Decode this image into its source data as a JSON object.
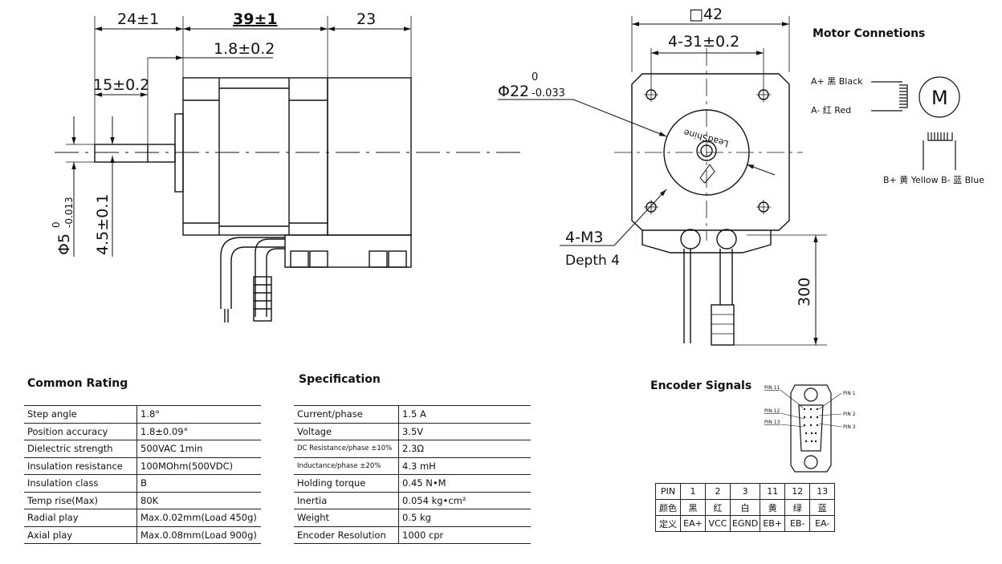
{
  "side_view": {
    "dim_top_left": "24±1",
    "dim_top_mid": "39±1",
    "dim_top_right": "23",
    "dim_sub": "1.8±0.2",
    "dim_shaft_len": "15±0.2",
    "dim_shaft_dia": "Φ5",
    "dim_shaft_dia_sup": "0",
    "dim_shaft_dia_sub": "-0.013",
    "dim_flat": "4.5±0.1"
  },
  "front_view": {
    "dim_square": "□42",
    "dim_holes": "4-31±0.2",
    "dim_boss": "Φ22",
    "dim_boss_sup": "0",
    "dim_boss_sub": "-0.033",
    "dim_threads": "4-M3",
    "dim_depth": "Depth 4",
    "dim_cable": "300",
    "logo_text": "LeadShine"
  },
  "motor_connections": {
    "title": "Motor Connetions",
    "a_plus": "A+ 黑 Black",
    "a_minus": "A- 红 Red",
    "b_label": "B+ 黄 Yellow  B- 蓝 Blue",
    "motor_symbol": "M"
  },
  "common_rating": {
    "title": "Common Rating",
    "rows": [
      [
        "Step angle",
        "1.8°"
      ],
      [
        "Position accuracy",
        "1.8±0.09°"
      ],
      [
        "Dielectric strength",
        "500VAC 1min"
      ],
      [
        "Insulation resistance",
        "100MOhm(500VDC)"
      ],
      [
        "Insulation class",
        "B"
      ],
      [
        "Temp rise(Max)",
        "80K"
      ],
      [
        "Radial play",
        "Max.0.02mm(Load 450g)"
      ],
      [
        "Axial play",
        "Max.0.08mm(Load 900g)"
      ]
    ]
  },
  "specification": {
    "title": "Specification",
    "rows": [
      [
        "Current/phase",
        "1.5 A"
      ],
      [
        "Voltage",
        "3.5V"
      ],
      [
        "DC Resistance/phase ±10%",
        "2.3Ω"
      ],
      [
        "Inductance/phase ±20%",
        "4.3 mH"
      ],
      [
        "Holding torque",
        "0.45 N•M"
      ],
      [
        "Inertia",
        "0.054 kg•cm²"
      ],
      [
        "Weight",
        "0.5 kg"
      ],
      [
        "Encoder Resolution",
        "1000 cpr"
      ]
    ]
  },
  "encoder": {
    "title": "Encoder Signals",
    "pin_labels": [
      "PIN 11",
      "PIN 12",
      "PIN 13",
      "PIN 1",
      "PIN 2",
      "PIN 3"
    ],
    "table": [
      [
        "PIN",
        "1",
        "2",
        "3",
        "11",
        "12",
        "13"
      ],
      [
        "颜色",
        "黑",
        "红",
        "白",
        "黄",
        "绿",
        "蓝"
      ],
      [
        "定义",
        "EA+",
        "VCC",
        "EGND",
        "EB+",
        "EB-",
        "EA-"
      ]
    ]
  }
}
